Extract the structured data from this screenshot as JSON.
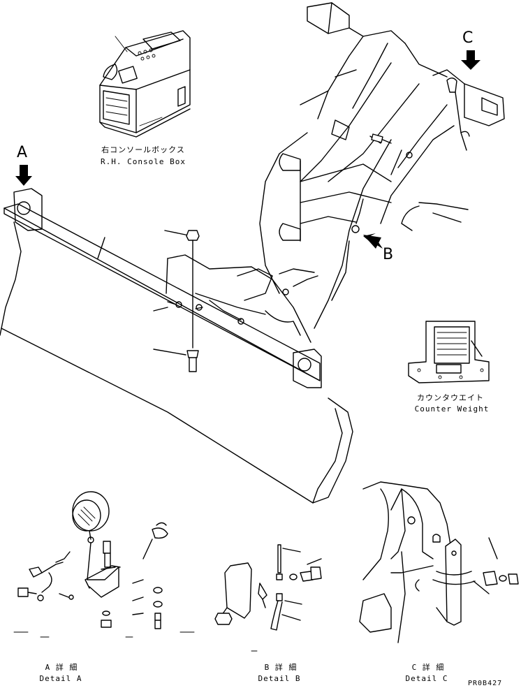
{
  "callouts": {
    "a": "A",
    "b": "B",
    "c": "C"
  },
  "captions": {
    "console_box_jp": "右コンソールボックス",
    "console_box_en": "R.H. Console Box",
    "counter_weight_jp": "カウンタウエイト",
    "counter_weight_en": "Counter Weight",
    "detail_a_jp": "A 詳 細",
    "detail_a_en": "Detail A",
    "detail_b_jp": "B 詳 細",
    "detail_b_en": "Detail B",
    "detail_c_jp": "C 詳 細",
    "detail_c_en": "Detail C"
  },
  "drawing_number": "PR0B427"
}
